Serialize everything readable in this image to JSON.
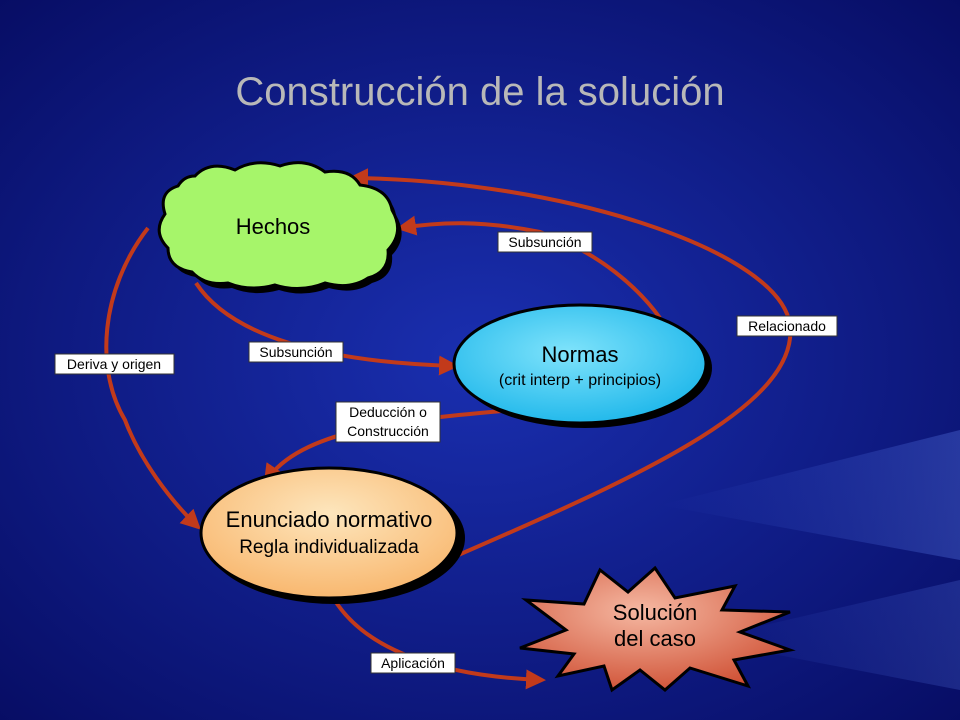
{
  "title": "Construcción de la solución",
  "nodes": {
    "hechos": {
      "label": "Hechos"
    },
    "normas": {
      "label": "Normas",
      "sublabel": "(crit interp + principios)"
    },
    "enunciado": {
      "label": "Enunciado normativo",
      "sublabel": "Regla individualizada"
    },
    "solucion": {
      "line1": "Solución",
      "line2": "del caso"
    }
  },
  "edges": {
    "normas_hechos": "Subsunción",
    "hechos_normas": "Subsunción",
    "enunciado_hechos": "Relacionado",
    "hechos_enunciado": "Deriva y origen",
    "normas_enunciado": {
      "line1": "Deducción o",
      "line2": "Construcción"
    },
    "enunciado_solucion": "Aplicación"
  },
  "colors": {
    "background": "#0a1580",
    "arrow": "#c23a1b",
    "hechos": "#a6f56a",
    "normas": "#2fc4f0",
    "enunciado": "#fcd9a0",
    "solucion": "#e8826a"
  }
}
